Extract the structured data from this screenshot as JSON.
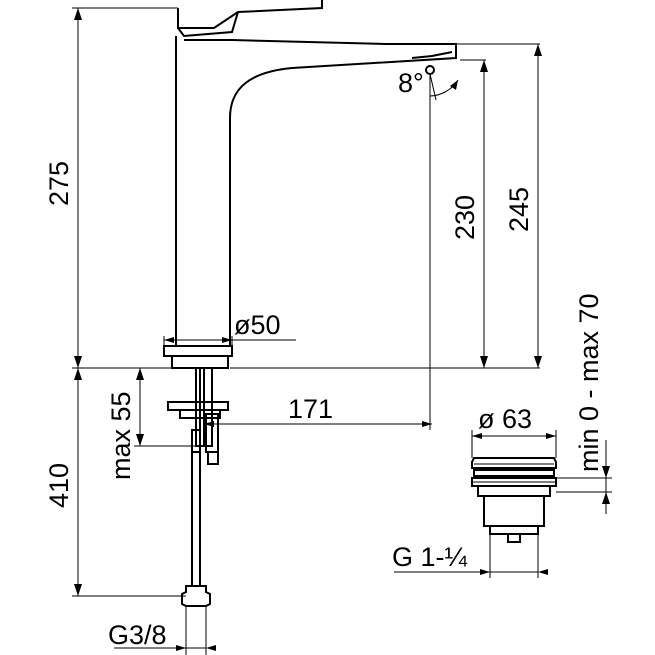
{
  "drawing": {
    "dimensions": {
      "total_height_above": "275",
      "spout_height": "230",
      "body_height": "245",
      "below_deck": "410",
      "max_deck": "max 55",
      "base_diameter": "ø50",
      "spout_reach": "171",
      "angle": "8°",
      "waste_diameter": "ø 63",
      "waste_range": "min 0 - max 70",
      "waste_thread": "G 1-¼",
      "hose_thread": "G3/8"
    }
  }
}
